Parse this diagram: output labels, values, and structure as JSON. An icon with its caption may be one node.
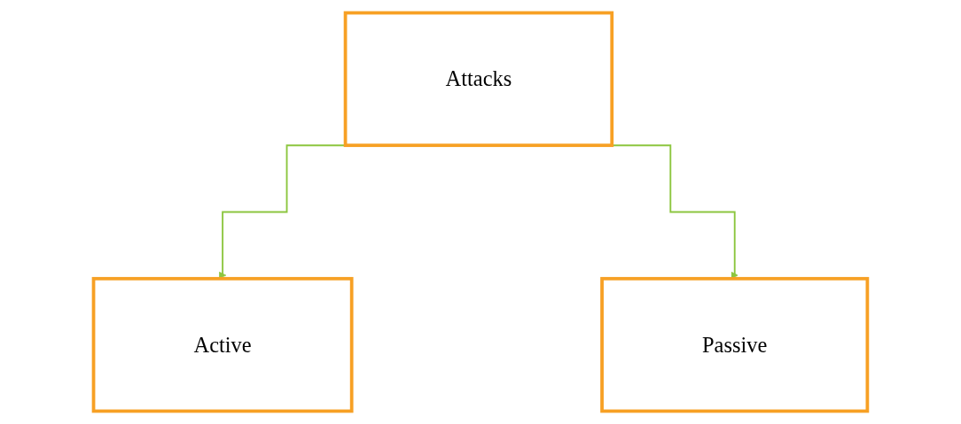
{
  "diagram": {
    "nodes": [
      {
        "text": [
          "Attacks"
        ]
      },
      {
        "text": [
          "Active"
        ]
      },
      {
        "text": [
          "Passive"
        ]
      }
    ],
    "edges": [
      {
        "from": 0,
        "to": 1,
        "arrow": "to"
      },
      {
        "from": 0,
        "to": 2,
        "arrow": "to"
      }
    ]
  }
}
